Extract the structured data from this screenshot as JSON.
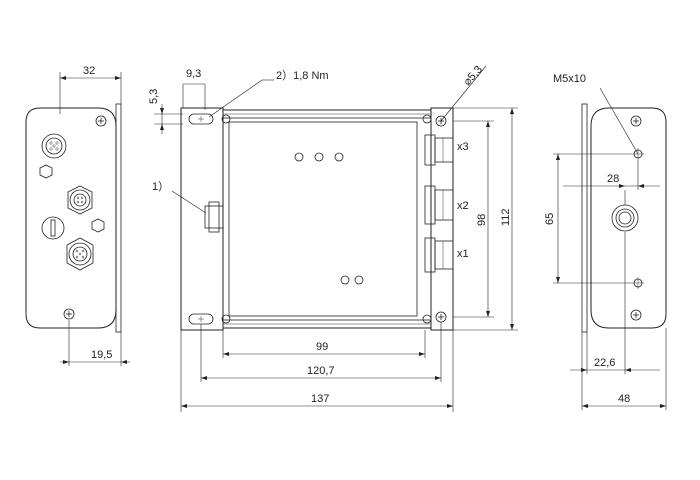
{
  "dimensions": {
    "left_width": "32",
    "left_offset": "19,5",
    "hole_spacing": "9,3",
    "hole_size": "5,3",
    "torque": "2）1,8 Nm",
    "note_1": "1）",
    "ports": [
      "x3",
      "x2",
      "x1"
    ],
    "inner_width": "99",
    "hole_pitch": "120,7",
    "overall_width": "137",
    "inner_height": "98",
    "overall_height": "112",
    "hole_diameter": "⌀5,3",
    "screw_label": "M5x10",
    "right_hole_horizontal": "28",
    "right_hole_vertical": "65",
    "right_offset": "22,6",
    "right_depth": "48"
  }
}
